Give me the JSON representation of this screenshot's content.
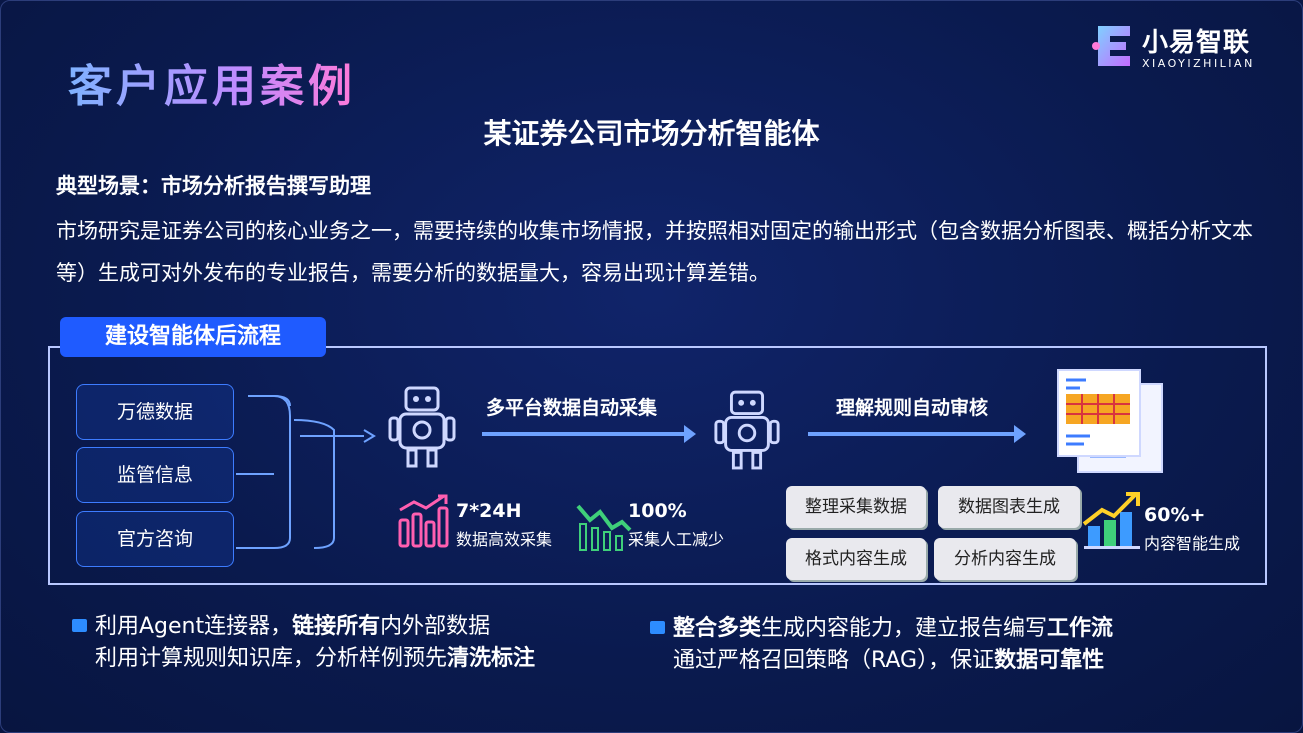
{
  "header": {
    "title": "客户应用案例",
    "logo_cn": "小易智联",
    "logo_en": "XIAOYIZHILIAN"
  },
  "case": {
    "subtitle": "某证券公司市场分析智能体",
    "scenario": "典型场景：市场分析报告撰写助理",
    "description": "市场研究是证券公司的核心业务之一，需要持续的收集市场情报，并按照相对固定的输出形式（包含数据分析图表、概括分析文本等）生成可对外发布的专业报告，需要分析的数据量大，容易出现计算差错。"
  },
  "flow": {
    "tag": "建设智能体后流程",
    "sources": [
      "万德数据",
      "监管信息",
      "官方咨询"
    ],
    "step1_label": "多平台数据自动采集",
    "step2_label": "理解规则自动审核",
    "stat1": {
      "value": "7*24H",
      "label": "数据高效采集"
    },
    "stat2": {
      "value": "100%",
      "label": "采集人工减少"
    },
    "chips": [
      "整理采集数据",
      "数据图表生成",
      "格式内容生成",
      "分析内容生成"
    ],
    "stat3": {
      "value": "60%+",
      "label": "内容智能生成"
    }
  },
  "bullets": {
    "left": [
      {
        "pre": "利用Agent连接器，",
        "strong": "链接所有",
        "post": "内外部数据"
      },
      {
        "pre": "利用计算规则知识库，分析样例预先",
        "strong": "清洗标注",
        "post": ""
      }
    ],
    "right": [
      {
        "strong": "整合多类",
        "mid": "生成内容能力，建立报告编写",
        "strong2": "工作流"
      },
      {
        "pre": "通过严格召回策略（RAG），保证",
        "strong": "数据可靠性"
      }
    ]
  },
  "colors": {
    "background": "#0a1a4e",
    "accent": "#1f5bff",
    "arrow": "#6ea2ff"
  }
}
